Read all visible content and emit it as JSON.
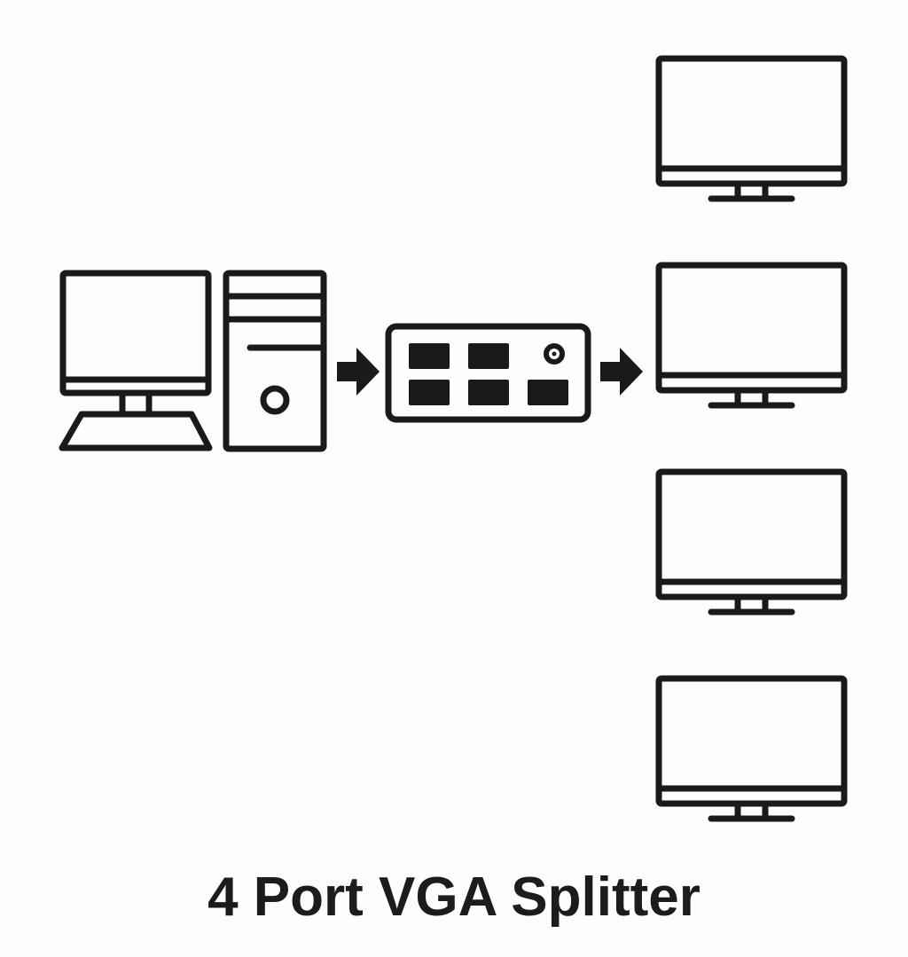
{
  "caption": "4 Port VGA Splitter",
  "colors": {
    "background": "#fdfdfd",
    "stroke": "#1a1a1a"
  },
  "icons": {
    "source": [
      "desktop-monitor-icon",
      "keyboard-icon",
      "pc-tower-icon"
    ],
    "splitter": "vga-splitter-box-icon",
    "arrows": [
      "arrow-right-icon",
      "arrow-right-icon"
    ],
    "outputs": [
      "monitor-icon",
      "monitor-icon",
      "monitor-icon",
      "monitor-icon"
    ]
  },
  "splitter_ports": 5,
  "output_count": 4
}
